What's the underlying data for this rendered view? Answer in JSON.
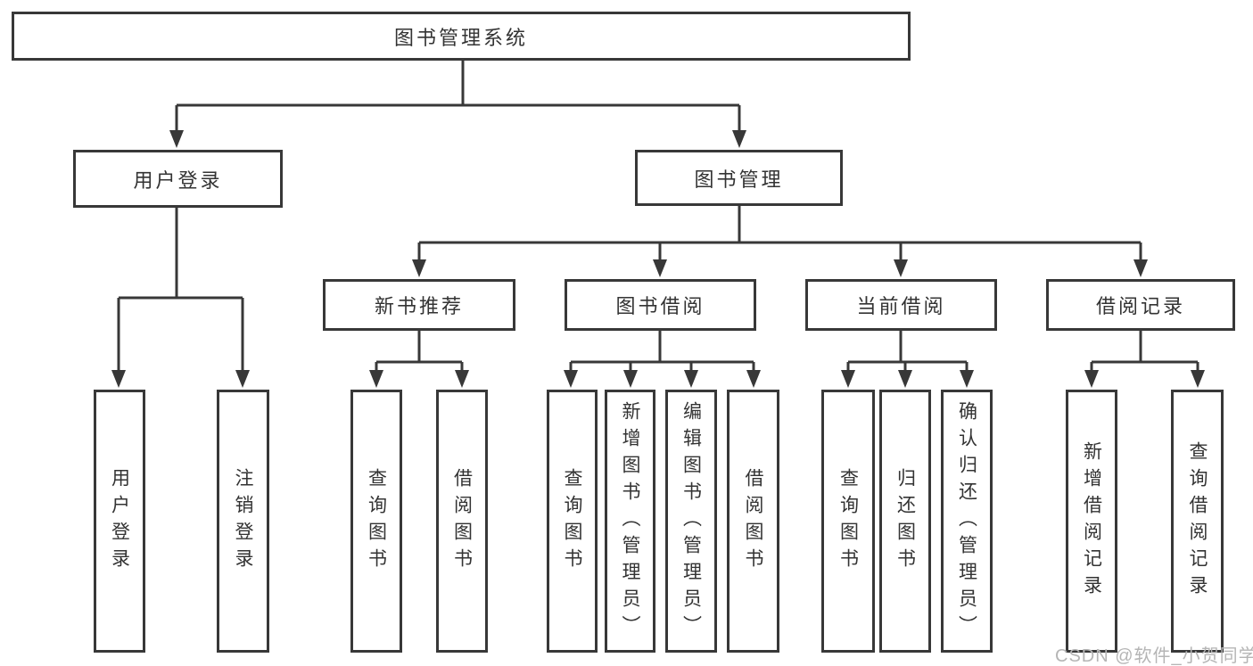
{
  "tree": {
    "label": "图书管理系统",
    "children": [
      {
        "label": "用户登录",
        "children": [
          {
            "label": "用户登录"
          },
          {
            "label": "注销登录"
          }
        ]
      },
      {
        "label": "图书管理",
        "children": [
          {
            "label": "新书推荐",
            "children": [
              {
                "label": "查询图书"
              },
              {
                "label": "借阅图书"
              }
            ]
          },
          {
            "label": "图书借阅",
            "children": [
              {
                "label": "查询图书"
              },
              {
                "label": "新增图书（管理员）"
              },
              {
                "label": "编辑图书（管理员）"
              },
              {
                "label": "借阅图书"
              }
            ]
          },
          {
            "label": "当前借阅",
            "children": [
              {
                "label": "查询图书"
              },
              {
                "label": "归还图书"
              },
              {
                "label": "确认归还（管理员）"
              }
            ]
          },
          {
            "label": "借阅记录",
            "children": [
              {
                "label": "新增借阅记录"
              },
              {
                "label": "查询借阅记录"
              }
            ]
          }
        ]
      }
    ]
  },
  "watermark": {
    "text": "CSDN @软件_小贺同学"
  },
  "colors": {
    "line": "#383838",
    "text": "#333333",
    "background": "#ffffff",
    "watermark": "#b5b5b5"
  }
}
